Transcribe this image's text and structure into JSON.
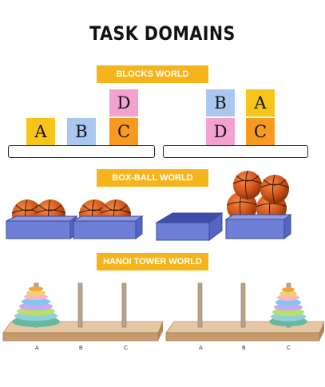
{
  "title": "TASK DOMAINS",
  "colors": {
    "banner": "#f5b41c",
    "block_yellow": "#f7c51a",
    "block_blue": "#a9c7ef",
    "block_pink": "#f2a2cd",
    "block_orange": "#f79a1d",
    "box": "#6f7fd6",
    "ball": "#d5591b",
    "wood": "#d8b48e"
  },
  "sections": {
    "blocks": {
      "label": "BLOCKS WORLD",
      "left": {
        "blocks": [
          "A",
          "B",
          "D",
          "C"
        ]
      },
      "right": {
        "blocks": [
          "B",
          "D",
          "A",
          "C"
        ]
      }
    },
    "boxball": {
      "label": "BOX-BALL WORLD"
    },
    "hanoi": {
      "label": "HANOI TOWER WORLD",
      "left_pegs": [
        "A",
        "B",
        "C"
      ],
      "right_pegs": [
        "A",
        "B",
        "C"
      ]
    }
  }
}
